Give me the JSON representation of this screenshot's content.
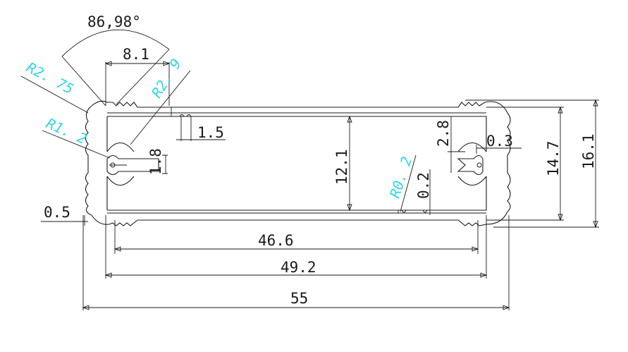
{
  "dimensions": {
    "angle": "86,98°",
    "top_width": "8.1",
    "slot_width": "1.5",
    "slot_depth": "1.8",
    "inner_height": "12.1",
    "tab_height": "2.8",
    "tab_gap": "0.3",
    "step_small": "0.2",
    "height_mid": "14.7",
    "height_total": "16.1",
    "wall": "0.5",
    "inner_width_1": "46.6",
    "inner_width_2": "49.2",
    "overall_width": "55"
  },
  "radii": {
    "r275": "R2. 75",
    "r29": "R2. 9",
    "r12": "R1. 2",
    "r02": "R0. 2"
  },
  "colors": {
    "line": "#1a1a1a",
    "radius_label": "#2fd6e6"
  }
}
